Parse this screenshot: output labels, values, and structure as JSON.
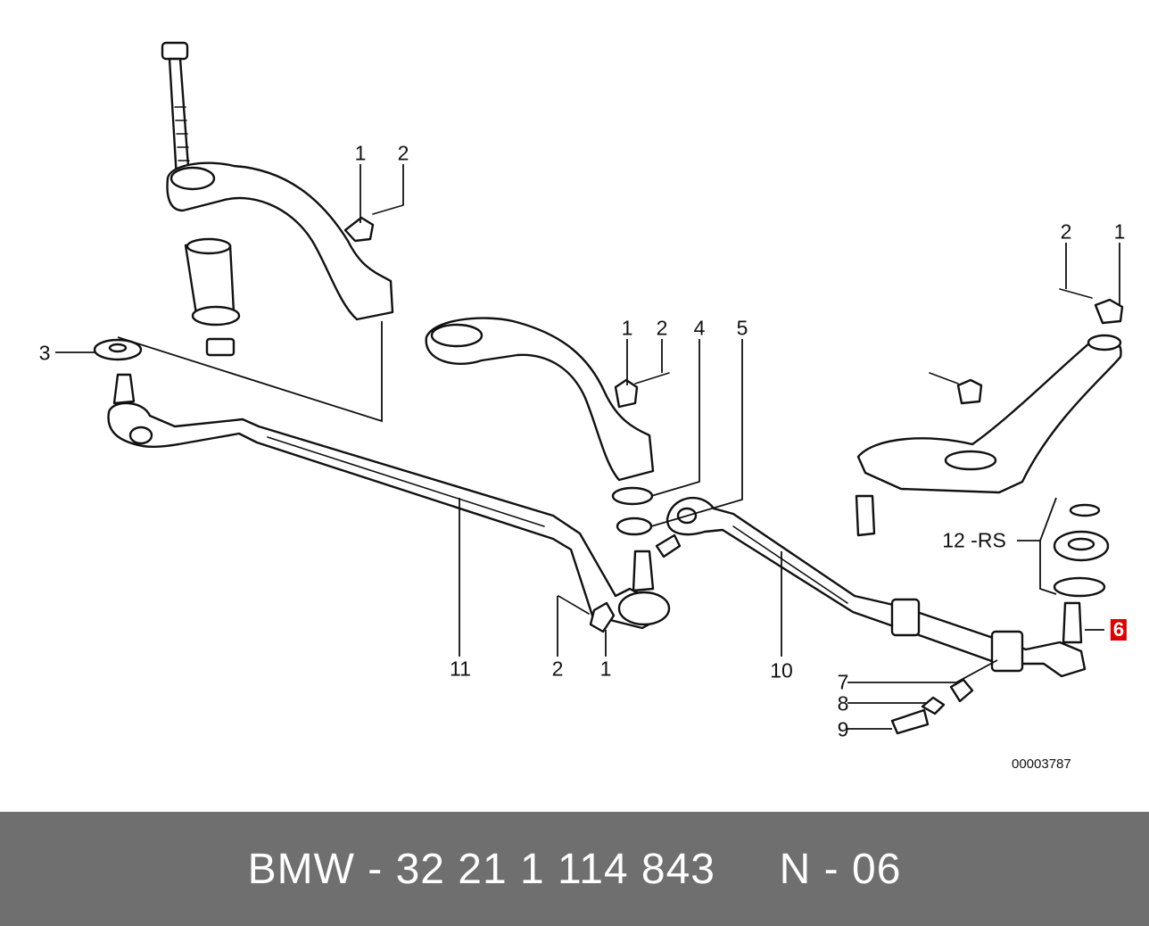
{
  "diagram": {
    "id_label": "00003787",
    "highlight_color": "#e00000",
    "callouts": {
      "c1a": "1",
      "c2a": "2",
      "c3": "3",
      "c1b": "1",
      "c2b": "2",
      "c4": "4",
      "c5": "5",
      "c2c": "2",
      "c1c": "1",
      "c11": "11",
      "c2d": "2",
      "c1d": "1",
      "c10": "10",
      "c12": "12 -RS",
      "c6": "6",
      "c7": "7",
      "c8": "8",
      "c9": "9"
    }
  },
  "footer": {
    "text": "BMW - 32 21 1 114 843     N - 06",
    "background": "#6f6f6f"
  }
}
